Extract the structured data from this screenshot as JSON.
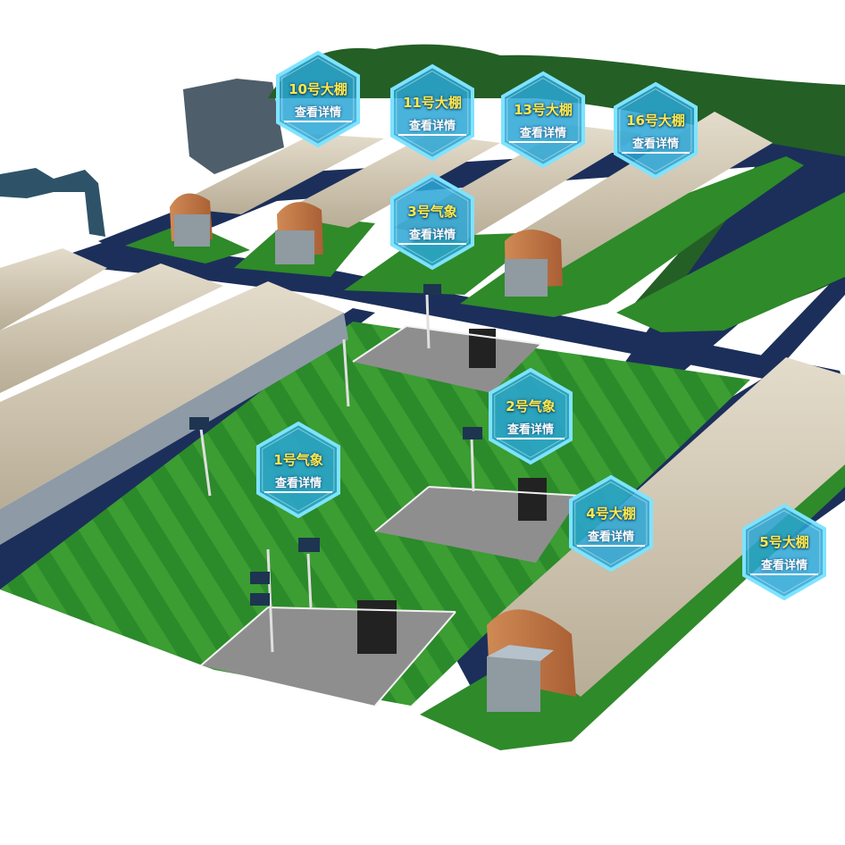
{
  "markers": [
    {
      "title": "10号大棚",
      "detail": "查看详情"
    },
    {
      "title": "11号大棚",
      "detail": "查看详情"
    },
    {
      "title": "13号大棚",
      "detail": "查看详情"
    },
    {
      "title": "16号大棚",
      "detail": "查看详情"
    },
    {
      "title": "3号气象",
      "detail": "查看详情"
    },
    {
      "title": "2号气象",
      "detail": "查看详情"
    },
    {
      "title": "1号气象",
      "detail": "查看详情"
    },
    {
      "title": "4号大棚",
      "detail": "查看详情"
    },
    {
      "title": "5号大棚",
      "detail": "查看详情"
    }
  ],
  "colors": {
    "marker_fill": "#2aa6d6",
    "marker_glow": "#7fe3ff",
    "marker_title": "#ffe94a",
    "road": "#1c2f5a",
    "lawn": "#2f8a2a",
    "greenhouse_roof": "#cdc3ad",
    "greenhouse_end": "#c07a4a",
    "trees": "#1f5e22"
  }
}
